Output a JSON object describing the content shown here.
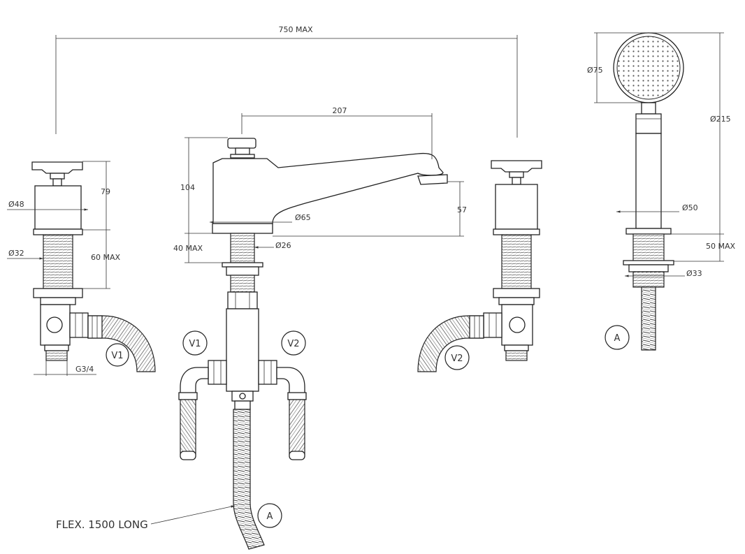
{
  "dimensions": {
    "overall_width": "750 MAX",
    "spout_reach": "207",
    "valve_height": "79",
    "valve_diameter": "Ø48",
    "valve_thread_length": "60 MAX",
    "valve_thread_diameter": "Ø32",
    "valve_connection": "G3/4",
    "spout_height": "104",
    "spout_base_diameter": "Ø65",
    "spout_outlet_height": "57",
    "spout_thread_length": "40 MAX",
    "spout_thread_diameter": "Ø26",
    "handset_head_diameter": "Ø75",
    "handset_length": "Ø215",
    "handset_holder_diameter": "Ø50",
    "handset_thread_length": "50 MAX",
    "handset_thread_diameter": "Ø33"
  },
  "callouts": {
    "valve_left": "V1",
    "valve_right": "V2",
    "inlet_left": "V1",
    "inlet_right": "V2",
    "hose_connection": "A",
    "handset_connection": "A"
  },
  "notes": {
    "flex_hose": "FLEX. 1500 LONG"
  }
}
